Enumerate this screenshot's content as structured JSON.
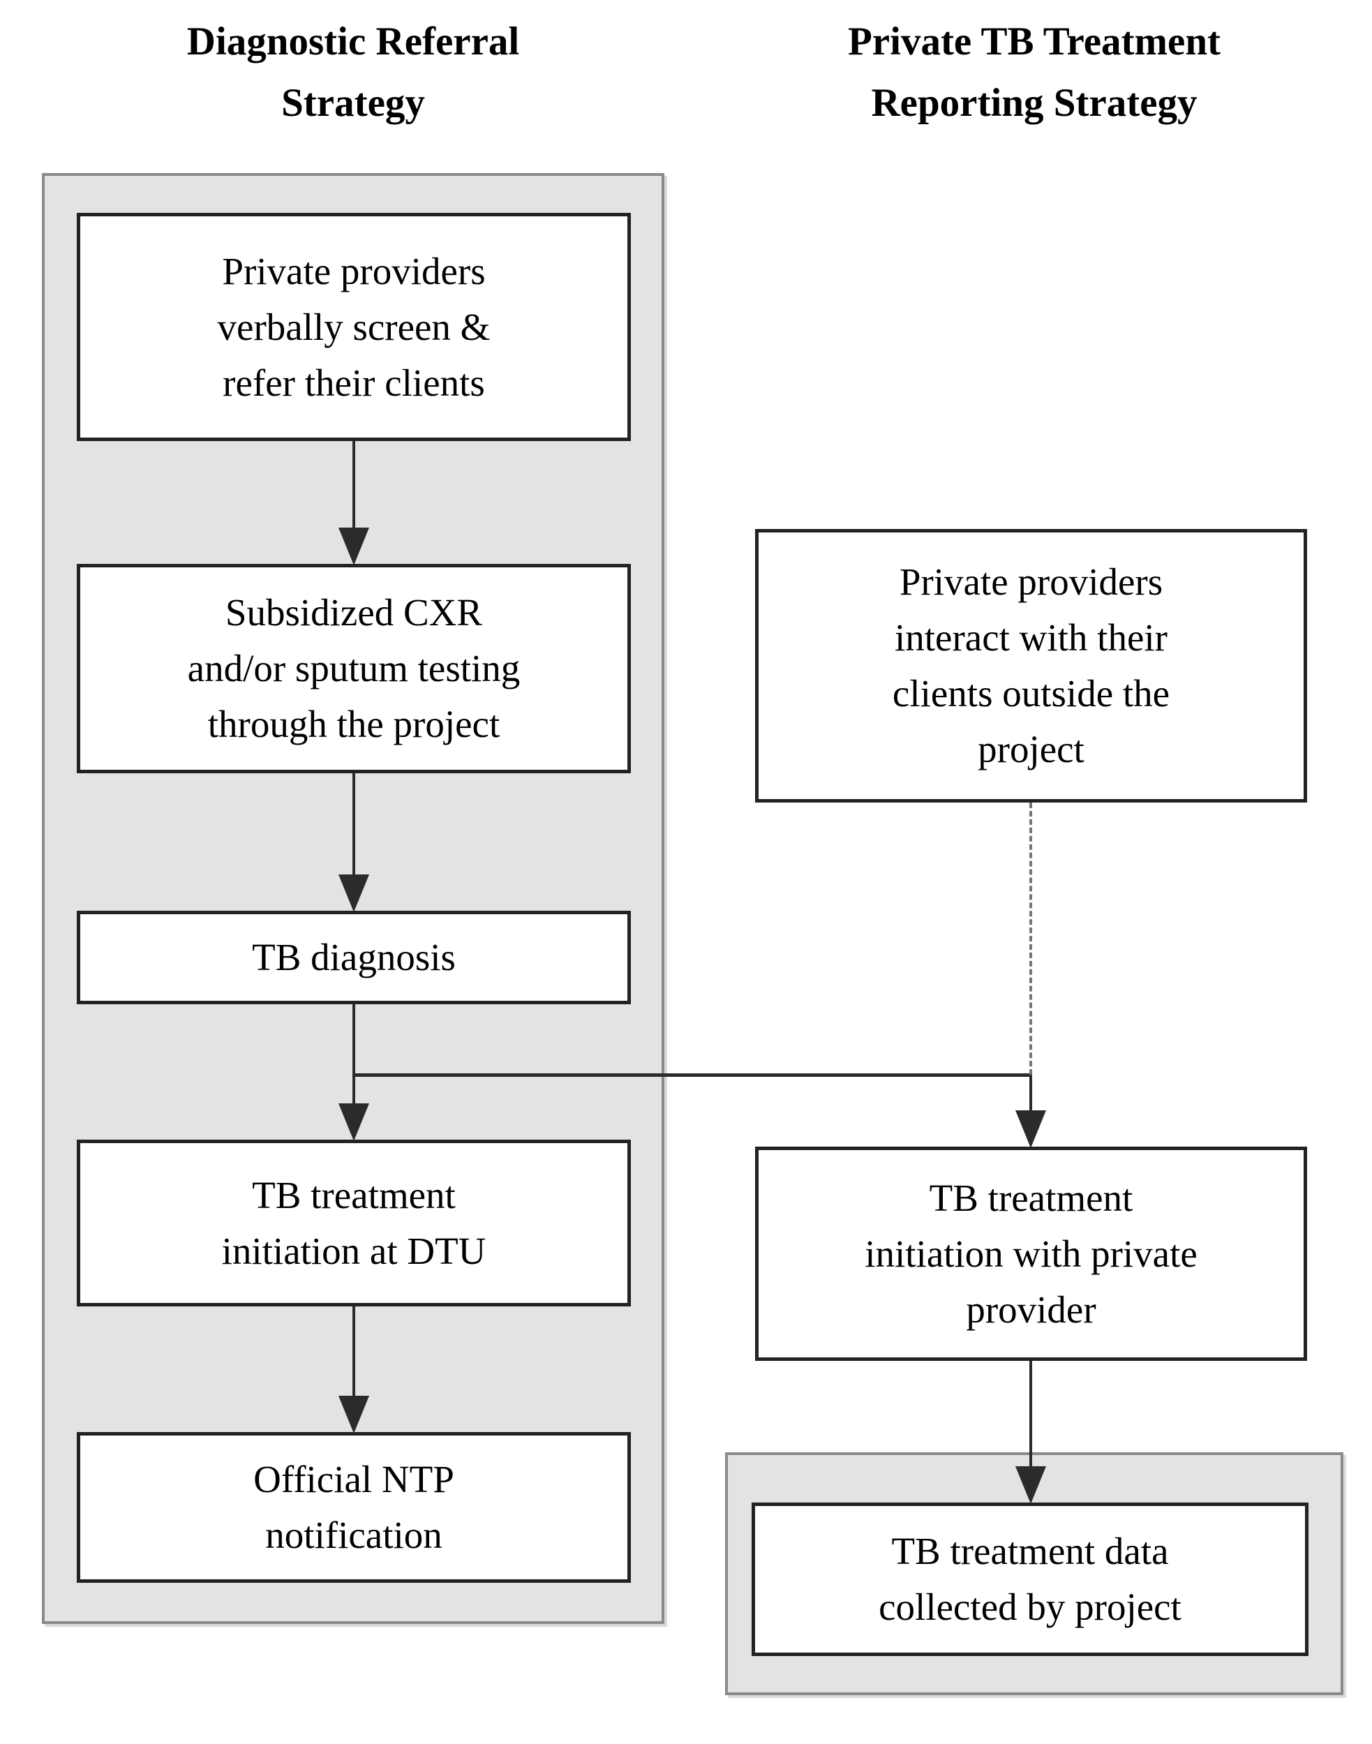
{
  "colors": {
    "container_fill": "#e3e3e3",
    "container_border": "#8a8a8a",
    "box_border": "#222222",
    "line_color": "#2b2b2b",
    "dash_color": "#757575",
    "text_color": "#000000",
    "bg": "#ffffff"
  },
  "left_column": {
    "title": "Diagnostic Referral Strategy",
    "title_lines": [
      "Diagnostic Referral",
      "Strategy"
    ],
    "nodes": [
      {
        "id": "private-providers-screen",
        "text": "Private providers verbally screen & refer their clients",
        "lines": [
          "Private providers",
          "verbally screen &",
          "refer their clients"
        ]
      },
      {
        "id": "subsidized-cxr",
        "text": "Subsidized CXR and/or sputum testing through the project",
        "lines": [
          "Subsidized CXR",
          "and/or sputum testing",
          "through the project"
        ]
      },
      {
        "id": "tb-diagnosis",
        "text": "TB diagnosis",
        "lines": [
          "TB diagnosis"
        ]
      },
      {
        "id": "tb-treatment-dtu",
        "text": "TB treatment initiation at DTU",
        "lines": [
          "TB treatment",
          "initiation at DTU"
        ]
      },
      {
        "id": "official-ntp-notification",
        "text": "Official NTP notification",
        "lines": [
          "Official NTP",
          "notification"
        ]
      }
    ]
  },
  "right_column": {
    "title": "Private TB Treatment Reporting Strategy",
    "title_lines": [
      "Private TB Treatment",
      "Reporting Strategy"
    ],
    "nodes": [
      {
        "id": "private-providers-interact",
        "text": "Private providers interact with their clients outside the project",
        "lines": [
          "Private providers",
          "interact with their",
          "clients outside the",
          "project"
        ]
      },
      {
        "id": "tb-treatment-private-provider",
        "text": "TB treatment initiation with private provider",
        "lines": [
          "TB treatment",
          "initiation with private",
          "provider"
        ]
      },
      {
        "id": "tb-treatment-data-collected",
        "text": "TB treatment data collected by project",
        "lines": [
          "TB treatment data",
          "collected by project"
        ]
      }
    ]
  },
  "connectors": {
    "solid_style": "solid black arrows between sequential steps",
    "dashed_style": "dashed line from private provider interaction to treatment initiation junction",
    "branch": "horizontal branch from TB diagnosis output joining the private treatment initiation arrow"
  }
}
